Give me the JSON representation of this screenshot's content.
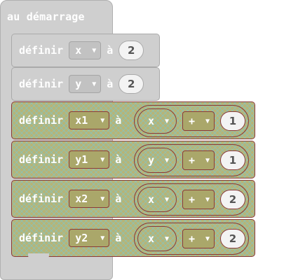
{
  "hat": {
    "label": "au démarrage"
  },
  "keyword_define": "définir",
  "keyword_to": "à",
  "arrow": "▼",
  "blocks": [
    {
      "var": "x",
      "value": "2"
    },
    {
      "var": "y",
      "value": "2"
    }
  ],
  "expr_blocks": [
    {
      "var": "x1",
      "operand": "x",
      "op": "+",
      "value": "1"
    },
    {
      "var": "y1",
      "operand": "y",
      "op": "+",
      "value": "1"
    },
    {
      "var": "x2",
      "operand": "x",
      "op": "+",
      "value": "2"
    },
    {
      "var": "y2",
      "operand": "x",
      "op": "+",
      "value": "2"
    }
  ],
  "colors": {
    "hat": "#cfcfcf",
    "olive": "#b7b476",
    "border": "#8a3a3a"
  }
}
